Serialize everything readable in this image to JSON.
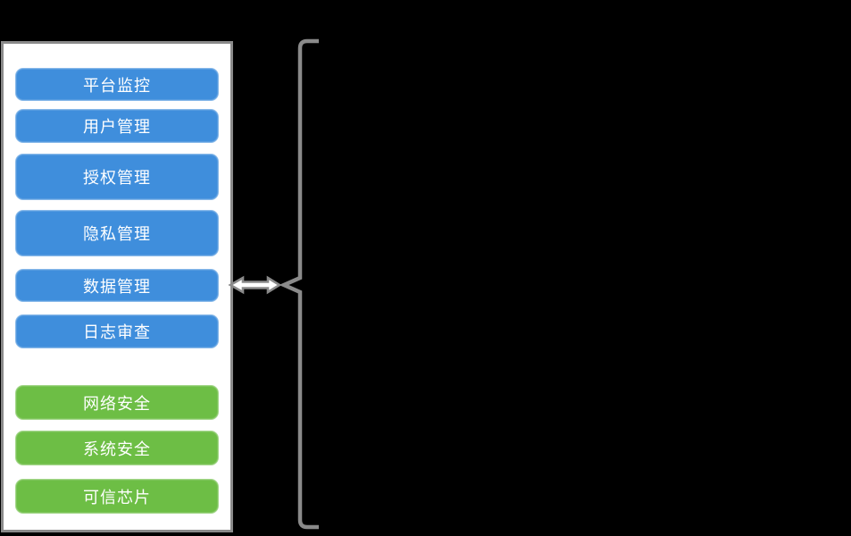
{
  "colors": {
    "canvas_bg": "#000000",
    "panel_bg": "#ffffff",
    "panel_border": "#8a8a8a",
    "connector_gray": "#8a8a8a",
    "arrow_fill": "#ffffff",
    "button_text": "#ffffff",
    "blue": "#3f8edc",
    "green": "#6dbe45"
  },
  "panel": {
    "buttons": [
      {
        "label": "平台监控",
        "group": "blue"
      },
      {
        "label": "用户管理",
        "group": "blue"
      },
      {
        "label": "授权管理",
        "group": "blue"
      },
      {
        "label": "隐私管理",
        "group": "blue"
      },
      {
        "label": "数据管理",
        "group": "blue"
      },
      {
        "label": "日志审查",
        "group": "blue"
      },
      {
        "label": "网络安全",
        "group": "green"
      },
      {
        "label": "系统安全",
        "group": "green"
      },
      {
        "label": "可信芯片",
        "group": "green"
      }
    ]
  },
  "connector": {
    "arrow_icon": "left-right-double-arrow",
    "bracket_icon": "right-side-group-brace"
  }
}
